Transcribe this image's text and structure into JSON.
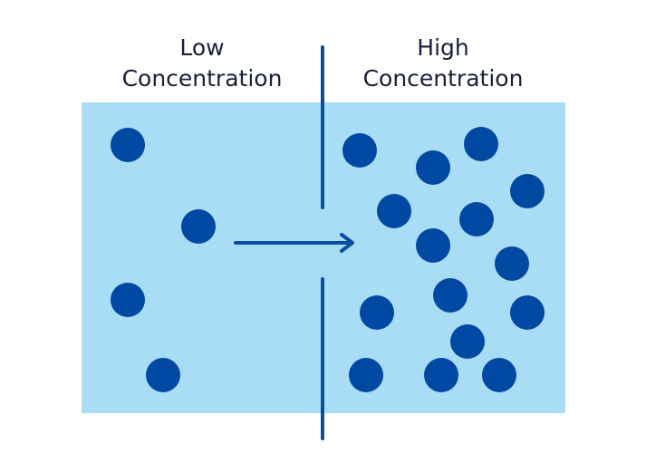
{
  "labels": {
    "left_line1": "Low",
    "left_line2": "Concentration",
    "right_line1": "High",
    "right_line2": "Concentration"
  },
  "colors": {
    "container": "#a8ddf5",
    "particle": "#0049a3",
    "membrane": "#0a4ea0",
    "arrow": "#0a4ea0"
  },
  "particle_counts": {
    "low_side": 4,
    "high_side": 15
  }
}
